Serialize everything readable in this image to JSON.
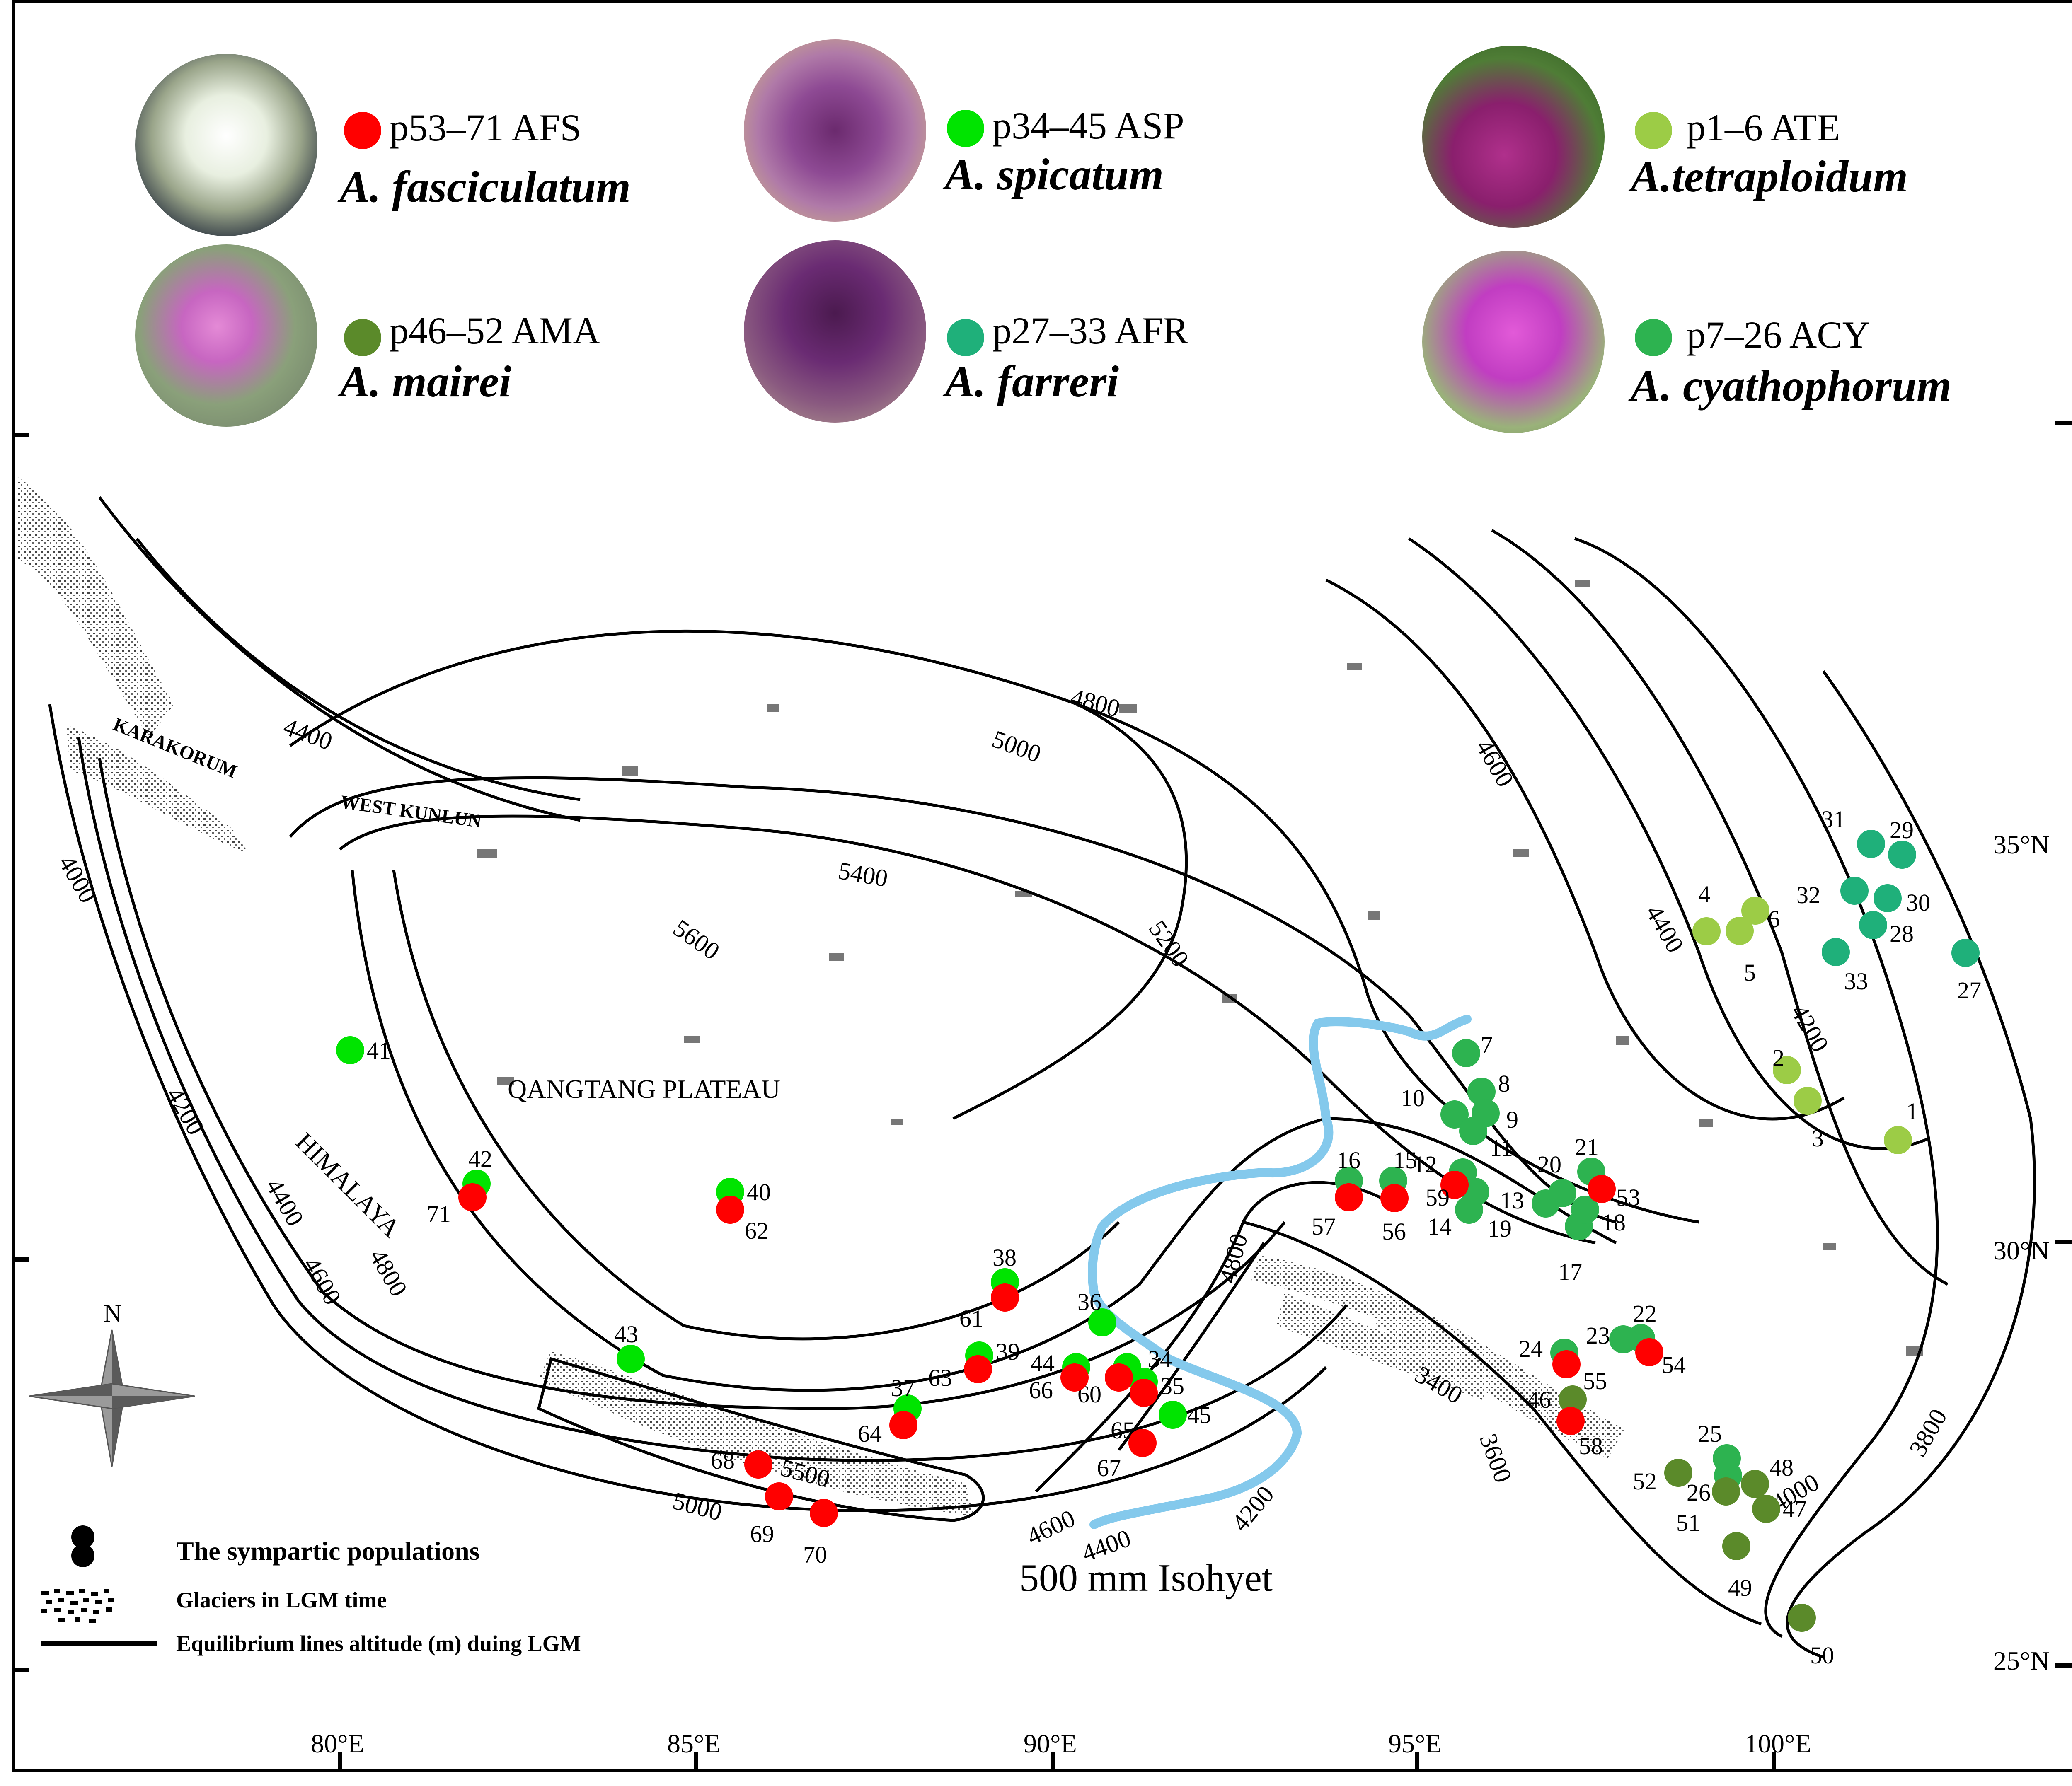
{
  "species": [
    {
      "code": "p53–71 AFS",
      "name": "A. fasciculatum",
      "color": "#ff0000",
      "photo": "white-flower-photo"
    },
    {
      "code": "p34–45 ASP",
      "name": "A. spicatum",
      "color": "#00e400",
      "photo": "purple-spiky-flower-photo"
    },
    {
      "code": "p1–6 ATE",
      "name": "A.tetraploidum",
      "color": "#9ccc46",
      "photo": "magenta-bell-flower-photo"
    },
    {
      "code": "p46–52 AMA",
      "name": "A. mairei",
      "color": "#5b8a2a",
      "photo": "pink-slender-flower-photo"
    },
    {
      "code": "p27–33 AFR",
      "name": "A. farreri",
      "color": "#1fb07a",
      "photo": "dark-purple-flower-photo"
    },
    {
      "code": "p7–26 ACY",
      "name": "A. cyathophorum",
      "color": "#2db350",
      "photo": "pink-umbel-flower-photo"
    }
  ],
  "map_labels": {
    "plateau": "QANGTANG PLATEAU",
    "karakorum": "KARAKORUM",
    "west_kunlun": "WEST  KUNLUN",
    "himalaya": "HIMALAYA",
    "isohyet": "500 mm Isohyet",
    "north": "N"
  },
  "contours": [
    "4400",
    "4000",
    "4200",
    "4400",
    "4600",
    "4800",
    "4800",
    "5000",
    "5400",
    "5600",
    "5200",
    "4600",
    "4400",
    "4200",
    "4000",
    "3800",
    "3400",
    "3600",
    "4800",
    "4200",
    "4600",
    "4400",
    "5500",
    "5000"
  ],
  "axes": {
    "lon": [
      "80°E",
      "85°E",
      "90°E",
      "95°E",
      "100°E"
    ],
    "lat": [
      "35°N",
      "30°N",
      "25°N"
    ]
  },
  "legend": {
    "sympatric": "The sympartic populations",
    "glaciers": "Glaciers in LGM time",
    "ela": "Equilibrium lines altitude (m) duing LGM"
  },
  "points": [
    {
      "n": "1",
      "sp": "ATE"
    },
    {
      "n": "2",
      "sp": "ATE"
    },
    {
      "n": "3",
      "sp": "ATE"
    },
    {
      "n": "4",
      "sp": "ATE"
    },
    {
      "n": "5",
      "sp": "ATE"
    },
    {
      "n": "6",
      "sp": "ATE"
    },
    {
      "n": "7",
      "sp": "ACY"
    },
    {
      "n": "8",
      "sp": "ACY"
    },
    {
      "n": "9",
      "sp": "ACY"
    },
    {
      "n": "10",
      "sp": "ACY"
    },
    {
      "n": "11",
      "sp": "ACY"
    },
    {
      "n": "12",
      "sp": "ACY"
    },
    {
      "n": "13",
      "sp": "ACY"
    },
    {
      "n": "14",
      "sp": "ACY"
    },
    {
      "n": "15",
      "sp": "ACY"
    },
    {
      "n": "16",
      "sp": "ACY"
    },
    {
      "n": "17",
      "sp": "ACY"
    },
    {
      "n": "18",
      "sp": "ACY"
    },
    {
      "n": "19",
      "sp": "ACY"
    },
    {
      "n": "20",
      "sp": "ACY"
    },
    {
      "n": "21",
      "sp": "ACY"
    },
    {
      "n": "22",
      "sp": "ACY"
    },
    {
      "n": "23",
      "sp": "ACY"
    },
    {
      "n": "24",
      "sp": "ACY"
    },
    {
      "n": "25",
      "sp": "ACY"
    },
    {
      "n": "26",
      "sp": "ACY"
    },
    {
      "n": "27",
      "sp": "AFR"
    },
    {
      "n": "28",
      "sp": "AFR"
    },
    {
      "n": "29",
      "sp": "AFR"
    },
    {
      "n": "30",
      "sp": "AFR"
    },
    {
      "n": "31",
      "sp": "AFR"
    },
    {
      "n": "32",
      "sp": "AFR"
    },
    {
      "n": "33",
      "sp": "AFR"
    },
    {
      "n": "34",
      "sp": "ASP"
    },
    {
      "n": "35",
      "sp": "ASP"
    },
    {
      "n": "36",
      "sp": "ASP"
    },
    {
      "n": "37",
      "sp": "ASP"
    },
    {
      "n": "38",
      "sp": "ASP"
    },
    {
      "n": "39",
      "sp": "ASP"
    },
    {
      "n": "40",
      "sp": "ASP"
    },
    {
      "n": "41",
      "sp": "ASP"
    },
    {
      "n": "42",
      "sp": "ASP"
    },
    {
      "n": "43",
      "sp": "ASP"
    },
    {
      "n": "44",
      "sp": "ASP"
    },
    {
      "n": "45",
      "sp": "ASP"
    },
    {
      "n": "46",
      "sp": "AMA"
    },
    {
      "n": "47",
      "sp": "AMA"
    },
    {
      "n": "48",
      "sp": "AMA"
    },
    {
      "n": "49",
      "sp": "AMA"
    },
    {
      "n": "50",
      "sp": "AMA"
    },
    {
      "n": "51",
      "sp": "AMA"
    },
    {
      "n": "52",
      "sp": "AMA"
    },
    {
      "n": "53",
      "sp": "AFS"
    },
    {
      "n": "54",
      "sp": "AFS"
    },
    {
      "n": "55",
      "sp": "AFS"
    },
    {
      "n": "56",
      "sp": "AFS"
    },
    {
      "n": "57",
      "sp": "AFS"
    },
    {
      "n": "58",
      "sp": "AFS"
    },
    {
      "n": "59",
      "sp": "AFS"
    },
    {
      "n": "60",
      "sp": "AFS"
    },
    {
      "n": "61",
      "sp": "AFS"
    },
    {
      "n": "62",
      "sp": "AFS"
    },
    {
      "n": "63",
      "sp": "AFS"
    },
    {
      "n": "64",
      "sp": "AFS"
    },
    {
      "n": "65",
      "sp": "AFS"
    },
    {
      "n": "66",
      "sp": "AFS"
    },
    {
      "n": "67",
      "sp": "AFS"
    },
    {
      "n": "68",
      "sp": "AFS"
    },
    {
      "n": "69",
      "sp": "AFS"
    },
    {
      "n": "70",
      "sp": "AFS"
    },
    {
      "n": "71",
      "sp": "AFS"
    }
  ]
}
